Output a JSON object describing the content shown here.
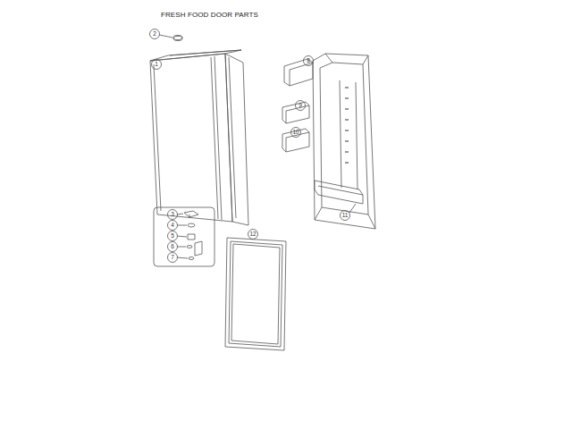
{
  "diagram": {
    "title": "FRESH FOOD DOOR PARTS",
    "labels": [
      "2",
      "1",
      "3",
      "4",
      "5",
      "6",
      "7",
      "8",
      "9",
      "10",
      "11",
      "12"
    ]
  }
}
